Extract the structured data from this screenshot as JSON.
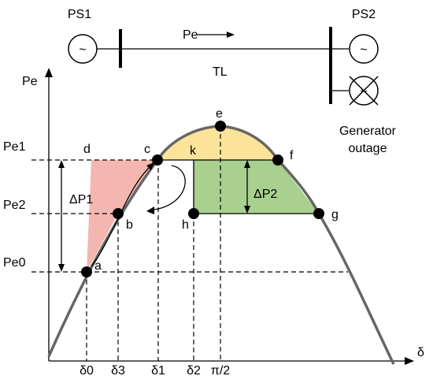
{
  "power_system": {
    "ps1_label": "PS1",
    "ps2_label": "PS2",
    "flow_label": "Pe",
    "line_label": "TL",
    "outage_line1": "Generator",
    "outage_line2": "outage",
    "generator_symbol": "~"
  },
  "axes": {
    "y_label": "Pe",
    "x_label": "δ",
    "y_ticks": [
      "Pe1",
      "Pe2",
      "Pe0"
    ],
    "x_ticks": [
      "δ0",
      "δ3",
      "δ1",
      "δ2",
      "π/2"
    ]
  },
  "points": {
    "a": "a",
    "b": "b",
    "c": "c",
    "d": "d",
    "e": "e",
    "f": "f",
    "g": "g",
    "h": "h",
    "k": "k"
  },
  "areas": {
    "accel_label": "ΔP1",
    "decel_label": "ΔP2",
    "accel_color": "#f4b6b0",
    "upper_color": "#fde39a",
    "decel_color": "#a9d08e"
  },
  "colors": {
    "curve": "#666666",
    "point": "#000000"
  }
}
